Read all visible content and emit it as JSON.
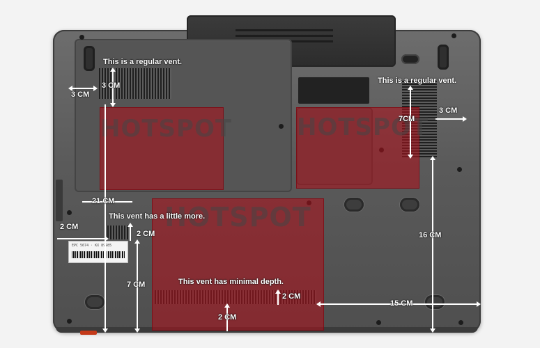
{
  "hotspots": [
    {
      "label": "HOTSPOT"
    },
    {
      "label": "HOTSPOT"
    },
    {
      "label": "HOTSPOT"
    }
  ],
  "annotations": {
    "vent_top_left": "This is a regular vent.",
    "vent_right": "This is a regular vent.",
    "vent_left_middle": "This vent has a little more.",
    "vent_bottom": "This vent has minimal depth."
  },
  "dimensions": {
    "left_width": "3 CM",
    "left_depth": "3 CM",
    "right_height": "7CM",
    "right_width": "3 CM",
    "left_height": "21 CM",
    "mid_left": "2 CM",
    "mid_right": "2 CM",
    "lower_left": "7 CM",
    "right_tall": "16 CM",
    "bottom_vent_depth": "2 CM",
    "bottom_center": "2 CM",
    "bottom_right": "15 CM"
  },
  "label": {
    "text": "EPC 5674 · KX 89985"
  },
  "colors": {
    "hotspot": "#aa121c",
    "annotation_text": "#ffffff",
    "case": "#5a5a5a"
  }
}
